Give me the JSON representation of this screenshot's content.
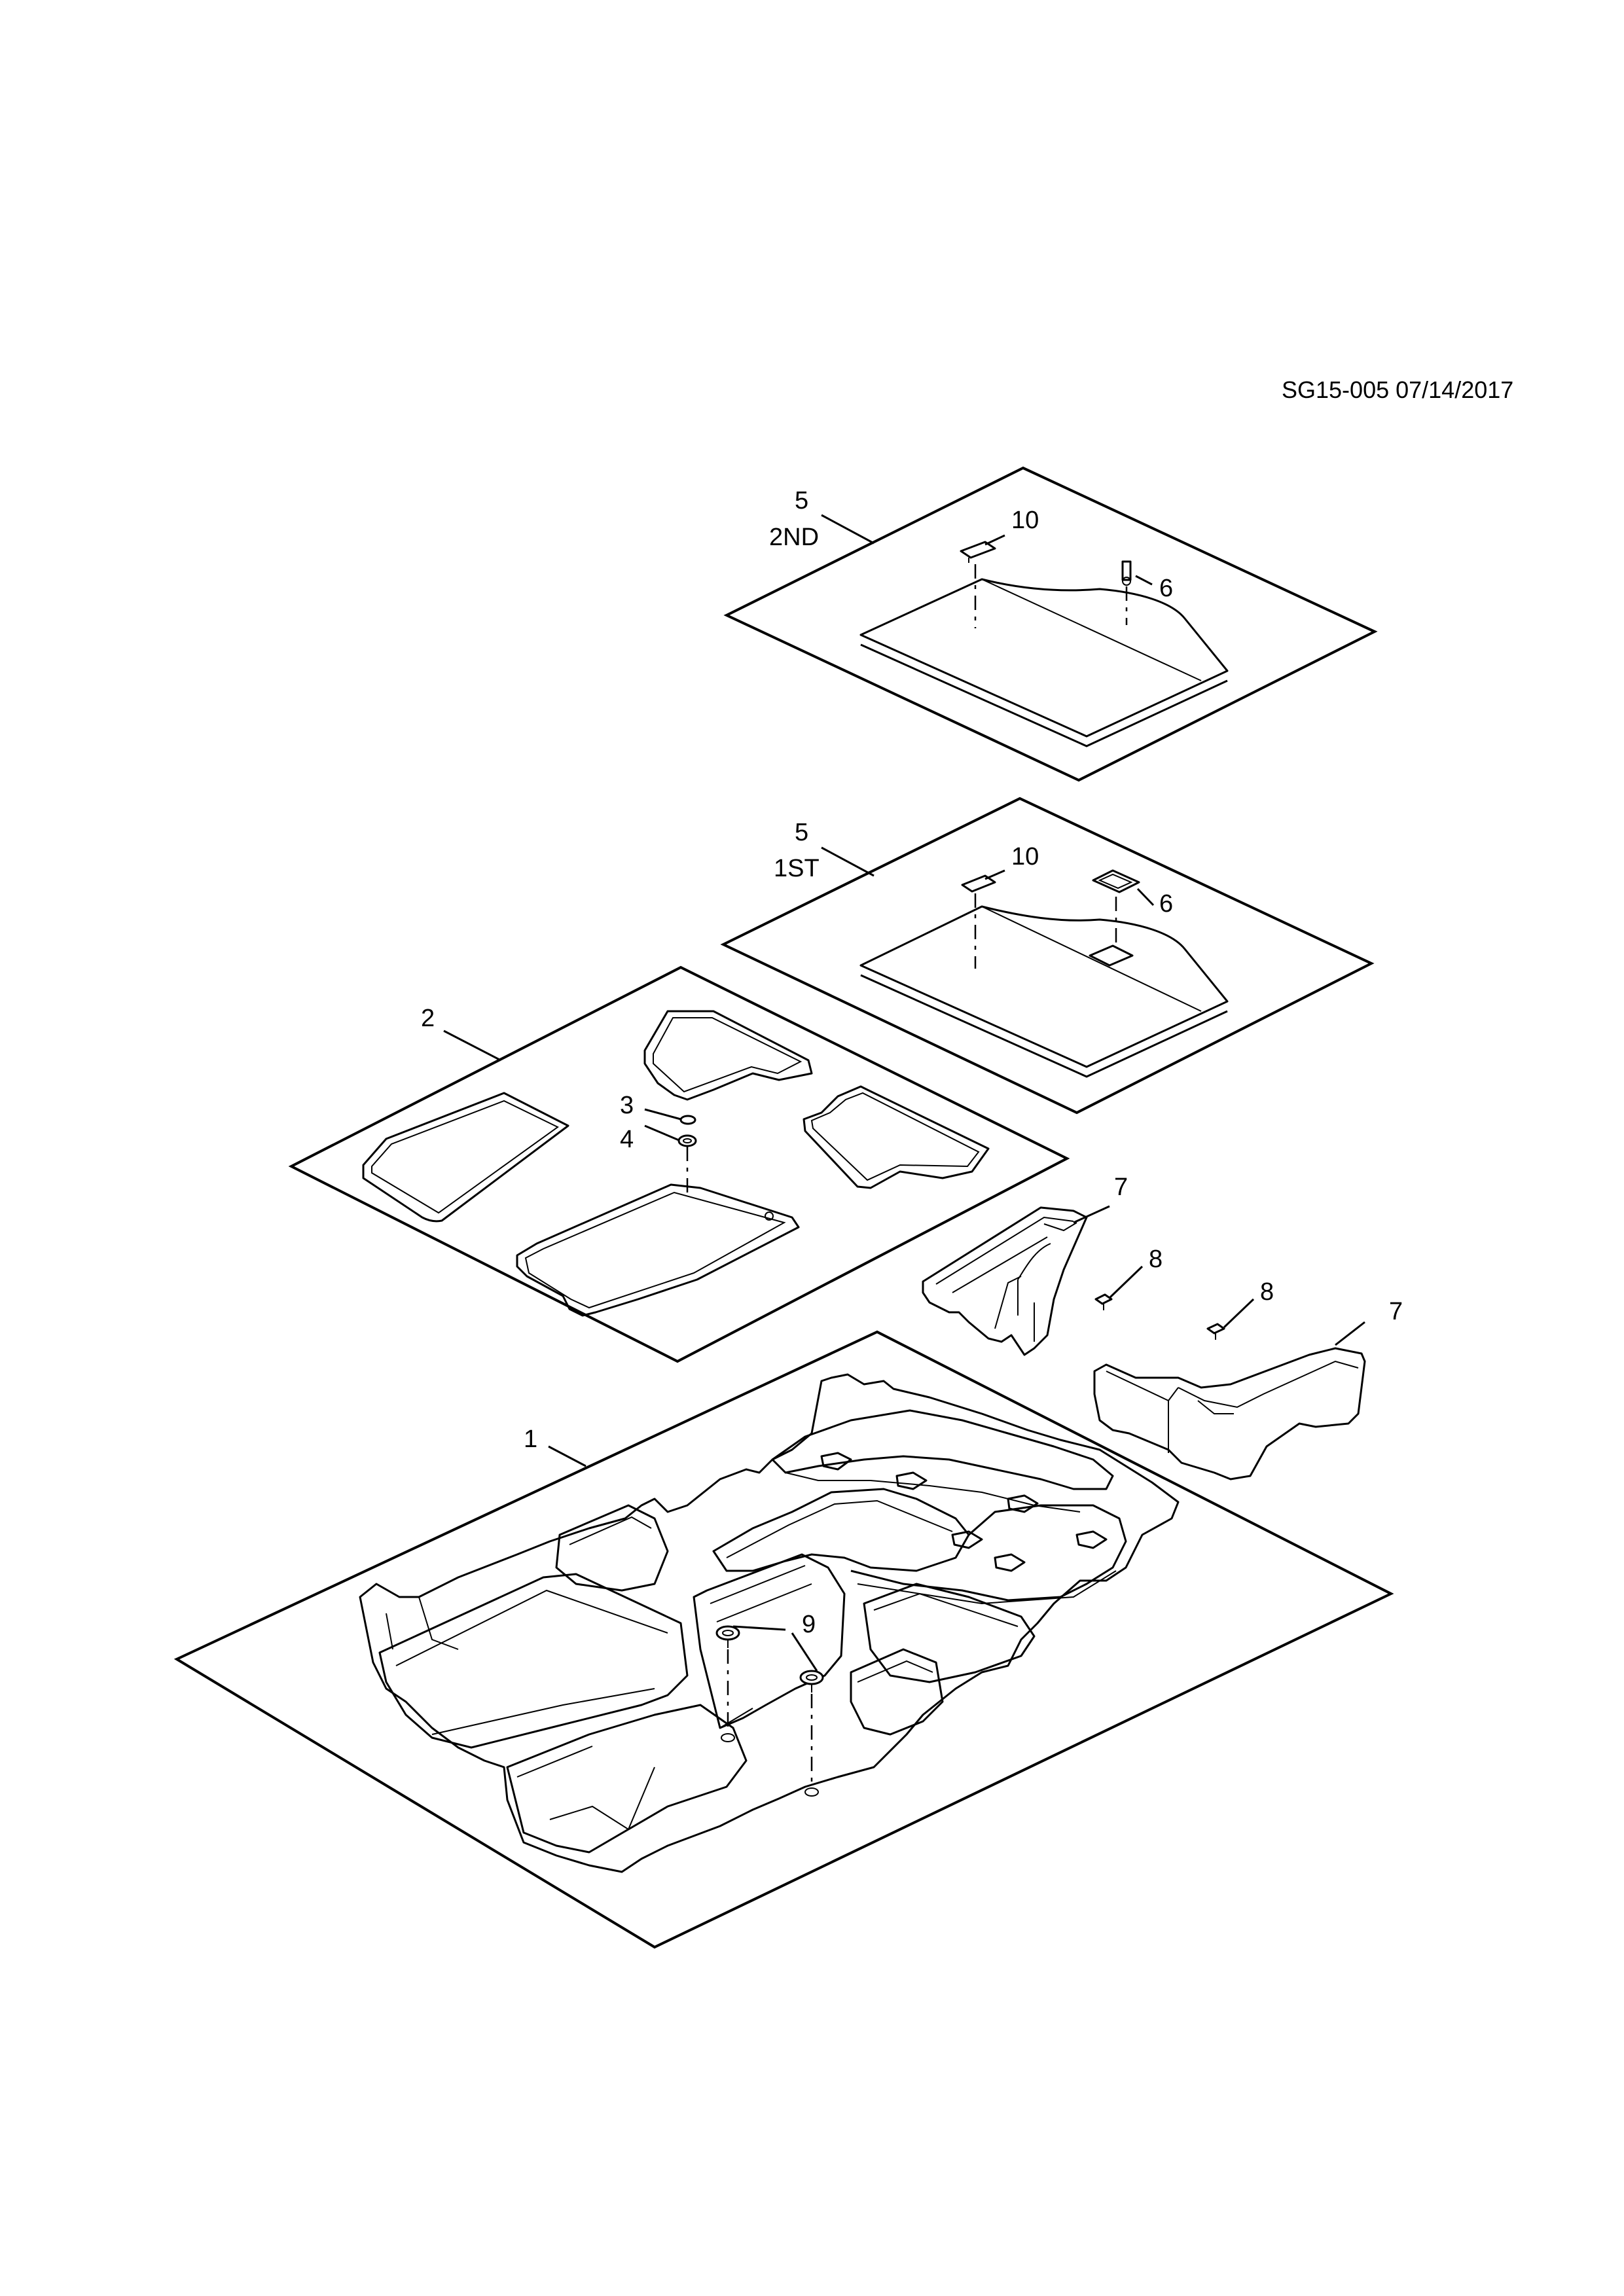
{
  "drawing_id": "SG15-005 07/14/2017",
  "callouts": {
    "c1": "1",
    "c2": "2",
    "c3": "3",
    "c4": "4",
    "c5_top": "5",
    "c5_top_sub": "2ND",
    "c5_mid": "5",
    "c5_mid_sub": "1ST",
    "c6_top": "6",
    "c6_mid": "6",
    "c7_left": "7",
    "c7_right": "7",
    "c8_left": "8",
    "c8_right": "8",
    "c9": "9",
    "c10_top": "10",
    "c10_mid": "10"
  }
}
